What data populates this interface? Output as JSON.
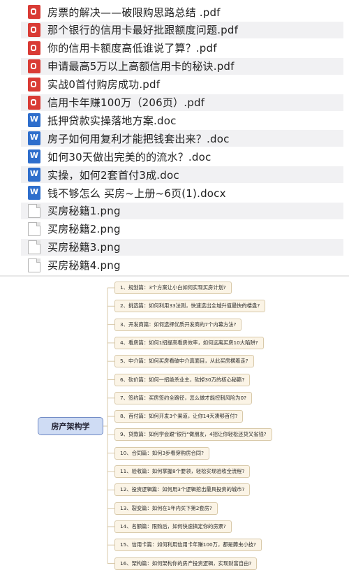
{
  "files": [
    {
      "name": "房票的解决——破限购思路总结 .pdf",
      "type": "pdf",
      "icon": "pdf-icon"
    },
    {
      "name": "那个银行的信用卡最好批跟额度问题.pdf",
      "type": "pdf",
      "icon": "pdf-icon"
    },
    {
      "name": "你的信用卡额度高低谁说了算？.pdf",
      "type": "pdf",
      "icon": "pdf-icon"
    },
    {
      "name": "申请最高5万以上高额信用卡的秘诀.pdf",
      "type": "pdf",
      "icon": "pdf-icon"
    },
    {
      "name": "实战0首付购房成功.pdf",
      "type": "pdf",
      "icon": "pdf-icon"
    },
    {
      "name": "信用卡年赚100万（206页）.pdf",
      "type": "pdf",
      "icon": "pdf-icon"
    },
    {
      "name": "抵押贷款实操落地方案.doc",
      "type": "doc",
      "icon": "word-doc-icon"
    },
    {
      "name": "房子如何用复利才能把钱套出来？.doc",
      "type": "doc",
      "icon": "word-doc-icon"
    },
    {
      "name": "如何30天做出完美的的流水？.doc",
      "type": "doc",
      "icon": "word-doc-icon"
    },
    {
      "name": "实操，如何2套首付3成.doc",
      "type": "doc",
      "icon": "word-doc-icon"
    },
    {
      "name": "钱不够怎么 买房~上册~6页(1).docx",
      "type": "doc",
      "icon": "word-doc-icon"
    },
    {
      "name": "买房秘籍1.png",
      "type": "png",
      "icon": "image-file-icon"
    },
    {
      "name": "买房秘籍2.png",
      "type": "png",
      "icon": "image-file-icon"
    },
    {
      "name": "买房秘籍3.png",
      "type": "png",
      "icon": "image-file-icon"
    },
    {
      "name": "买房秘籍4.png",
      "type": "png",
      "icon": "image-file-icon"
    }
  ],
  "mindmap": {
    "root": "房产架构学",
    "branches": [
      "1、规划篇：3个方案让小白如何实现买房计划?",
      "2、挑选篇：如何利用33法则，快速选出全城升值最快的楼盘?",
      "3、开发商篇：如何选择优质开发商的7个内幕方法?",
      "4、看房篇：如何1招提高看房效率，如何远离买房10大陷阱?",
      "5、中介篇：如何买房看破中介真面目，从此买房横着走?",
      "6、砍价篇：如何一招绝杀业主，砍掉30万的核心秘籍?",
      "7、签约篇：买房签约全路径，怎么做才能控制风险为0?",
      "8、首付篇：如何开发3个渠道，让你14天凑够首付?",
      "9、贷款篇：如何学会跟\"银行\"做朋友，4招让你轻松还贷又省钱?",
      "10、合同篇：如何3步看穿购房合同?",
      "11、验收篇：如何掌握8个要领，轻松实现验收全流程?",
      "12、投资逻辑篇：如何用3个逻辑挖出最具投资的城市?",
      "13、裂变篇：如何在1年内买下第2套房?",
      "14、名额篇：限购后，如何快速搞定你的房票?",
      "15、信用卡篇：如何利用信用卡年赚100万，都是薅虫小技?",
      "16、架构篇：如何架构你的房产投资逻辑，实现财富自由?"
    ],
    "colors": {
      "root_fill": "#cfdcf4",
      "node_fill": "#fbf4e6",
      "line": "#d8c9a9"
    }
  }
}
